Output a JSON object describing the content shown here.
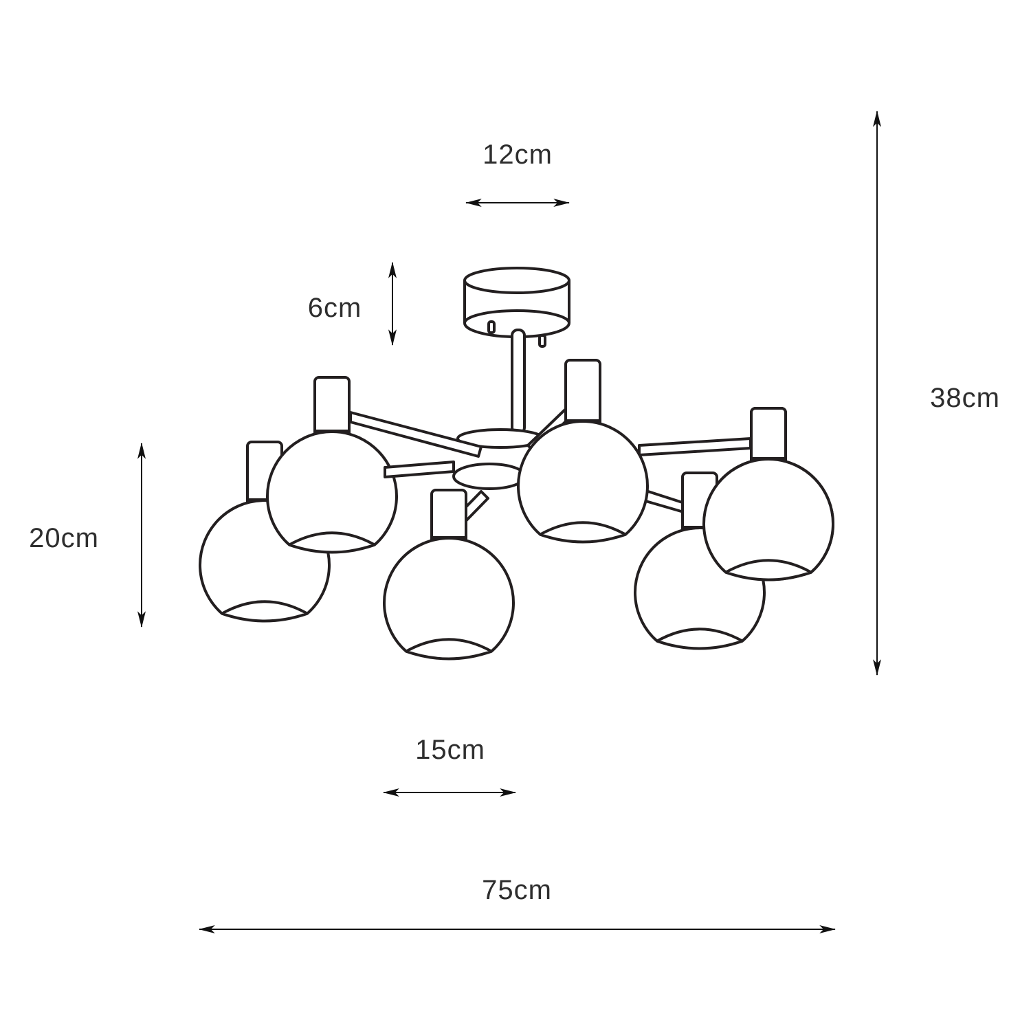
{
  "dimensions": {
    "canopy_width": "12cm",
    "canopy_height": "6cm",
    "total_height": "38cm",
    "shade_height": "20cm",
    "shade_width": "15cm",
    "total_width": "75cm"
  },
  "colors": {
    "line": "#231f20",
    "text": "#2e2e2e",
    "background": "#ffffff"
  }
}
